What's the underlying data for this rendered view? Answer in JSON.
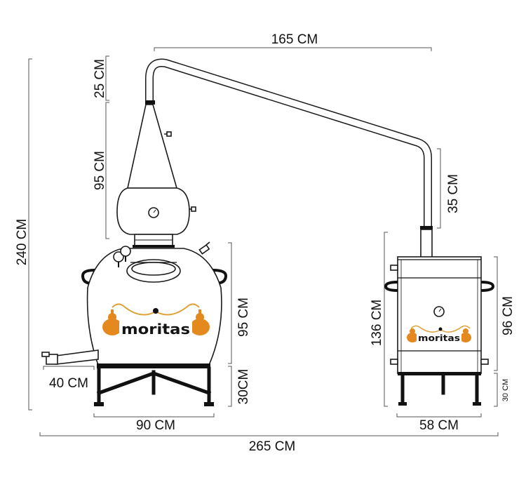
{
  "dimensions": {
    "top_width": "165 CM",
    "neck_height": "25 CM",
    "column_height": "95 CM",
    "total_height": "240 CM",
    "condenser_pipe": "35 CM",
    "boiler_height": "95 CM",
    "boiler_legs": "30CM",
    "outlet_length": "40 CM",
    "boiler_width": "90 CM",
    "tank_height": "136 CM",
    "tank_body": "96 CM",
    "tank_legs": "30 CM",
    "tank_width": "58 CM",
    "total_width": "265 CM"
  },
  "logos": {
    "boiler_brand": "moritas",
    "tank_brand": "moritas"
  },
  "colors": {
    "copper": "#e3891e",
    "gold_line": "#e0a23a",
    "outline": "#1a1a1a",
    "legs": "#111111",
    "dimension_line": "#555555"
  }
}
